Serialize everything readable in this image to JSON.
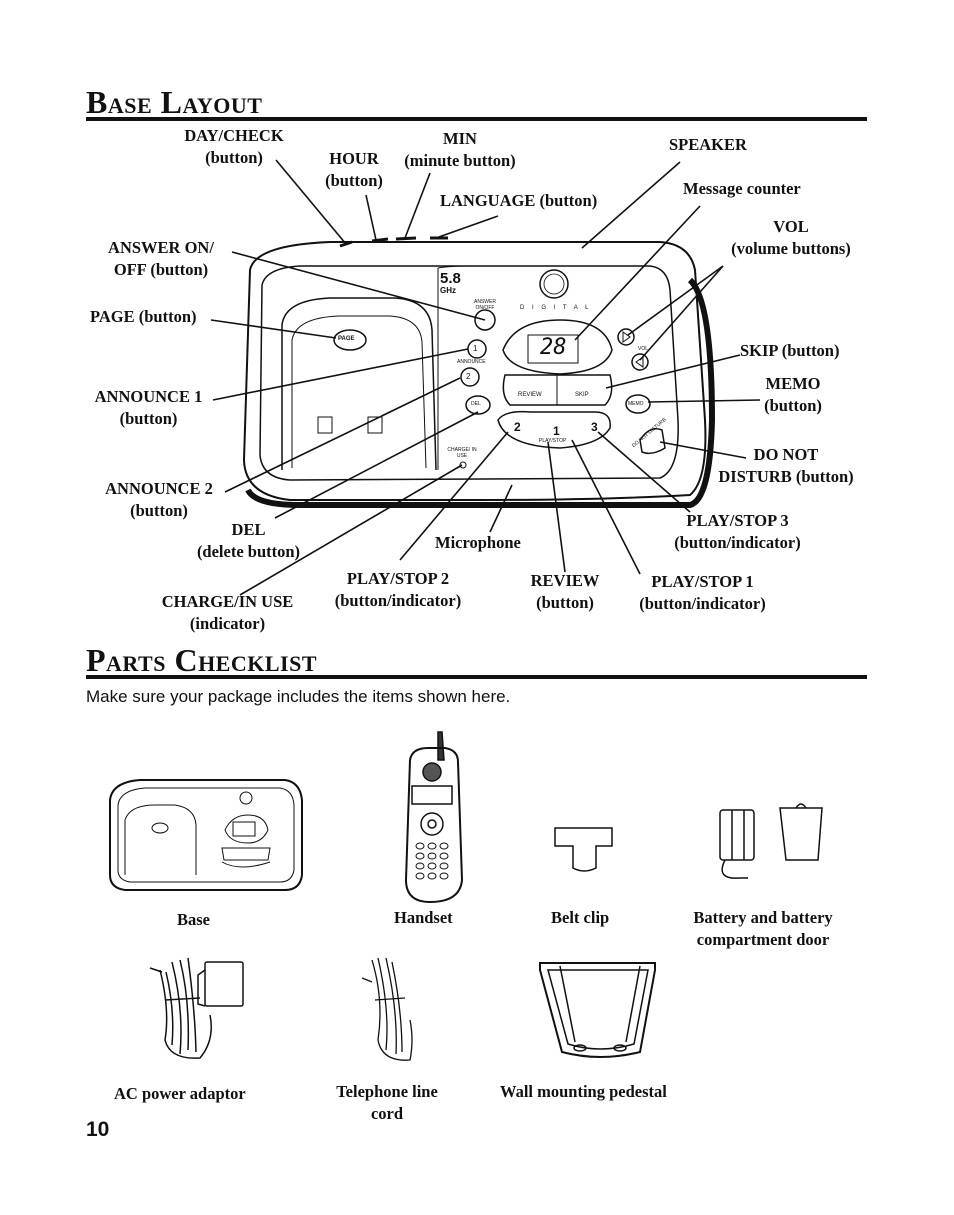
{
  "sections": {
    "base_layout_title": "Base Layout",
    "parts_checklist_title": "Parts Checklist",
    "intro": "Make sure your package includes the items shown here."
  },
  "labels": {
    "day_check_1": "DAY/CHECK",
    "day_check_2": "(button)",
    "hour_1": "HOUR",
    "hour_2": "(button)",
    "min_1": "MIN",
    "min_2": "(minute button)",
    "language": "LANGUAGE (button)",
    "speaker": "SPEAKER",
    "message_counter": "Message counter",
    "vol_1": "VOL",
    "vol_2": "(volume buttons)",
    "answer_1": "ANSWER ON/",
    "answer_2": "OFF (button)",
    "page": "PAGE (button)",
    "skip": "SKIP (button)",
    "memo_1": "MEMO",
    "memo_2": "(button)",
    "announce1_1": "ANNOUNCE 1",
    "announce1_2": "(button)",
    "dnd_1": "DO NOT",
    "dnd_2": "DISTURB (button)",
    "announce2_1": "ANNOUNCE 2",
    "announce2_2": "(button)",
    "del_1": "DEL",
    "del_2": "(delete button)",
    "microphone": "Microphone",
    "play3_1": "PLAY/STOP 3",
    "play3_2": "(button/indicator)",
    "play2_1": "PLAY/STOP 2",
    "play2_2": "(button/indicator)",
    "review_1": "REVIEW",
    "review_2": "(button)",
    "play1_1": "PLAY/STOP 1",
    "play1_2": "(button/indicator)",
    "charge_1": "CHARGE/IN USE",
    "charge_2": "(indicator)"
  },
  "device_text": {
    "band": "5.8",
    "ghz": "GHz",
    "answer_key": "ANSWER ON/OFF",
    "page_key": "PAGE",
    "announce_key": "ANNOUNCE",
    "del_key": "DEL",
    "charge_key": "CHARGE/ IN USE",
    "digital": "D I G I T A L",
    "counter": "28",
    "review_key": "REVIEW",
    "skip_key": "SKIP",
    "vol_key": "VOL",
    "memo_key": "MEMO",
    "dnd_key": "DO NOT DISTURB",
    "playstop_key": "PLAY/STOP",
    "num1": "1",
    "num2": "2",
    "num3": "3"
  },
  "parts": {
    "base": "Base",
    "handset": "Handset",
    "belt_clip": "Belt clip",
    "battery_1": "Battery and battery",
    "battery_2": "compartment door",
    "ac_adaptor": "AC power adaptor",
    "tel_cord_1": "Telephone line",
    "tel_cord_2": "cord",
    "pedestal": "Wall mounting pedestal"
  },
  "page_number": "10"
}
